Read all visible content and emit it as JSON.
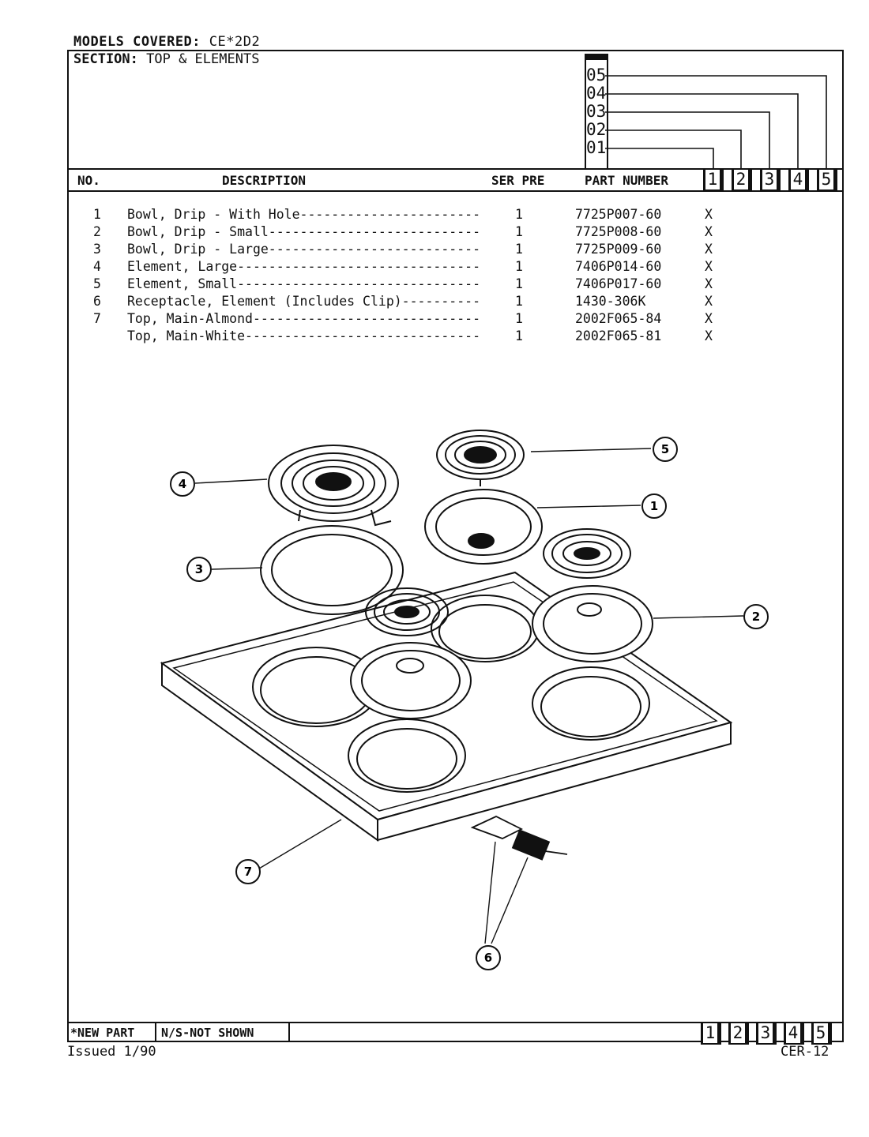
{
  "header": {
    "models_label": "MODELS COVERED:",
    "models_value": "CE*2D2",
    "section_label": "SECTION:",
    "section_value": "TOP & ELEMENTS"
  },
  "serial_codes": [
    "05",
    "04",
    "03",
    "02",
    "01"
  ],
  "columns": {
    "no": "NO.",
    "description": "DESCRIPTION",
    "ser_pre": "SER PRE",
    "part_number": "PART NUMBER",
    "col_numbers": [
      "1",
      "2",
      "3",
      "4",
      "5"
    ]
  },
  "parts": [
    {
      "no": "1",
      "description": "Bowl, Drip - With Hole-----------------------",
      "qty": "1",
      "part_number": "7725P007-60",
      "mark": "X"
    },
    {
      "no": "2",
      "description": "Bowl, Drip - Small---------------------------",
      "qty": "1",
      "part_number": "7725P008-60",
      "mark": "X"
    },
    {
      "no": "3",
      "description": "Bowl, Drip - Large---------------------------",
      "qty": "1",
      "part_number": "7725P009-60",
      "mark": "X"
    },
    {
      "no": "4",
      "description": "Element, Large-------------------------------",
      "qty": "1",
      "part_number": "7406P014-60",
      "mark": "X"
    },
    {
      "no": "5",
      "description": "Element, Small-------------------------------",
      "qty": "1",
      "part_number": "7406P017-60",
      "mark": "X"
    },
    {
      "no": "6",
      "description": "Receptacle, Element (Includes Clip)----------",
      "qty": "1",
      "part_number": "1430-306K",
      "mark": "X"
    },
    {
      "no": "7",
      "description": "Top, Main-Almond-----------------------------",
      "qty": "1",
      "part_number": "2002F065-84",
      "mark": "X"
    },
    {
      "no": "",
      "description": "Top, Main-White------------------------------",
      "qty": "1",
      "part_number": "2002F065-81",
      "mark": "X"
    }
  ],
  "callouts": [
    "1",
    "2",
    "3",
    "4",
    "5",
    "6",
    "7"
  ],
  "footer": {
    "new_part": "*NEW PART",
    "not_shown": "N/S-NOT SHOWN",
    "col_numbers": [
      "1",
      "2",
      "3",
      "4",
      "5"
    ],
    "issued": "Issued 1/90",
    "page_code": "CER-12"
  }
}
